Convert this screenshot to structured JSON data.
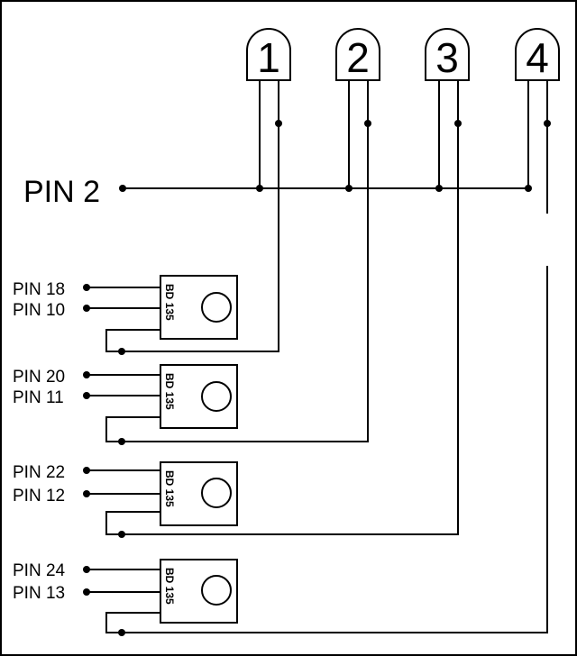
{
  "common_pin": "PIN 2",
  "leds": [
    "1",
    "2",
    "3",
    "4"
  ],
  "transistors": [
    {
      "part": "BD 135",
      "pin_a": "PIN 18",
      "pin_b": "PIN 10"
    },
    {
      "part": "BD 135",
      "pin_a": "PIN 20",
      "pin_b": "PIN 11"
    },
    {
      "part": "BD 135",
      "pin_a": "PIN 22",
      "pin_b": "PIN 12"
    },
    {
      "part": "BD 135",
      "pin_a": "PIN 24",
      "pin_b": "PIN 13"
    }
  ]
}
